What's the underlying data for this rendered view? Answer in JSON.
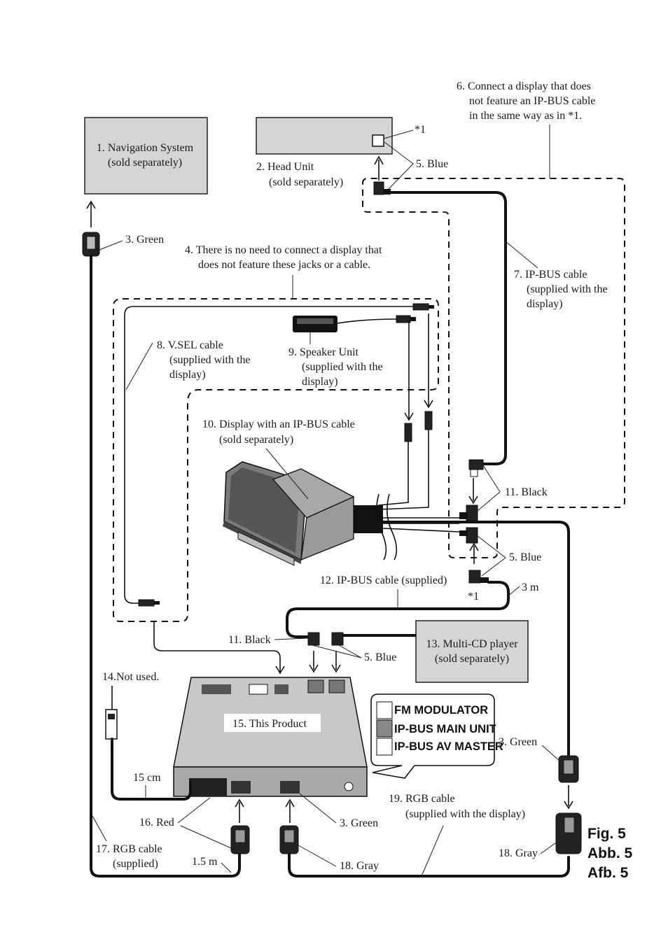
{
  "labels": {
    "nav": "1. Navigation System",
    "nav_note": "(sold separately)",
    "head": "2. Head Unit",
    "head_note": "(sold separately)",
    "green3_a": "3. Green",
    "note4_l1": "4. There is no need to connect a display that",
    "note4_l2": "does not feature these jacks or a cable.",
    "blue5_a": "5. Blue",
    "star1_a": "*1",
    "note6_l1": "6. Connect a display that does",
    "note6_l2": "not feature an IP-BUS cable",
    "note6_l3": "in the same way as in *1.",
    "ipbus7_l1": "7. IP-BUS cable",
    "ipbus7_l2": "(supplied with the",
    "ipbus7_l3": "display)",
    "vsel8_l1": "8. V.SEL cable",
    "vsel8_l2": "(supplied with the",
    "vsel8_l3": "display)",
    "spk9_l1": "9. Speaker Unit",
    "spk9_l2": "(supplied with the",
    "spk9_l3": "display)",
    "disp10_l1": "10. Display with an IP-BUS cable",
    "disp10_l2": "(sold separately)",
    "black11_a": "11. Black",
    "blue5_b": "5. Blue",
    "ipbus12": "12. IP-BUS cable (supplied)",
    "star1_b": "*1",
    "m3": "3 m",
    "black11_b": "11. Black",
    "blue5_c": "5. Blue",
    "cd13_l1": "13. Multi-CD player",
    "cd13_l2": "(sold separately)",
    "notused14": "14.Not used.",
    "product15": "15. This Product",
    "cm15": "15 cm",
    "red16": "16. Red",
    "rgb17_l1": "17. RGB cable",
    "rgb17_l2": "(supplied)",
    "m15": "1.5 m",
    "green3_b": "3. Green",
    "gray18_a": "18. Gray",
    "rgb19_l1": "19. RGB cable",
    "rgb19_l2": "(supplied with the display)",
    "green3_c": "3. Green",
    "gray18_b": "18. Gray"
  },
  "switch": {
    "fm": "FM MODULATOR",
    "main": "IP-BUS MAIN UNIT",
    "av": "IP-BUS AV MASTER"
  },
  "figure": {
    "fig": "Fig. 5",
    "abb": "Abb. 5",
    "afb": "Afb. 5"
  },
  "colors": {
    "box_fill": "#d5d5d5",
    "line": "#111111"
  }
}
